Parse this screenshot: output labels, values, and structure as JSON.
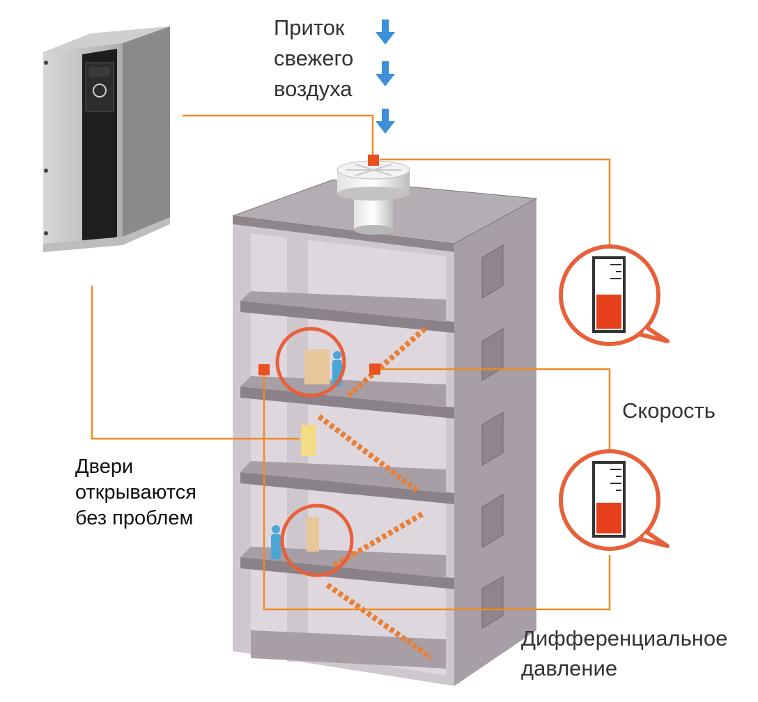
{
  "colors": {
    "signal_line": "#F08A24",
    "sensor": "#E8501E",
    "airflow_arrow": "#3C8FD8",
    "building_wall": "#C9C2C8",
    "building_dark": "#8E858D",
    "gauge_fill": "#E5401B",
    "bubble_outline": "#E8603A"
  },
  "labels": {
    "fresh_air": [
      "Приток",
      "свежего",
      "воздуха"
    ],
    "doors": [
      "Двери",
      "открываются",
      "без проблем"
    ],
    "speed": "Скорость",
    "differential_pressure": [
      "Дифференциальное",
      "давление"
    ]
  },
  "gauges": {
    "speed_level": 0.5,
    "pressure_level": 0.45
  },
  "icons": [
    "down-arrow-icon",
    "frequency-drive-icon",
    "fan-icon",
    "sensor-icon",
    "gauge-icon",
    "person-icon",
    "door-icon"
  ]
}
